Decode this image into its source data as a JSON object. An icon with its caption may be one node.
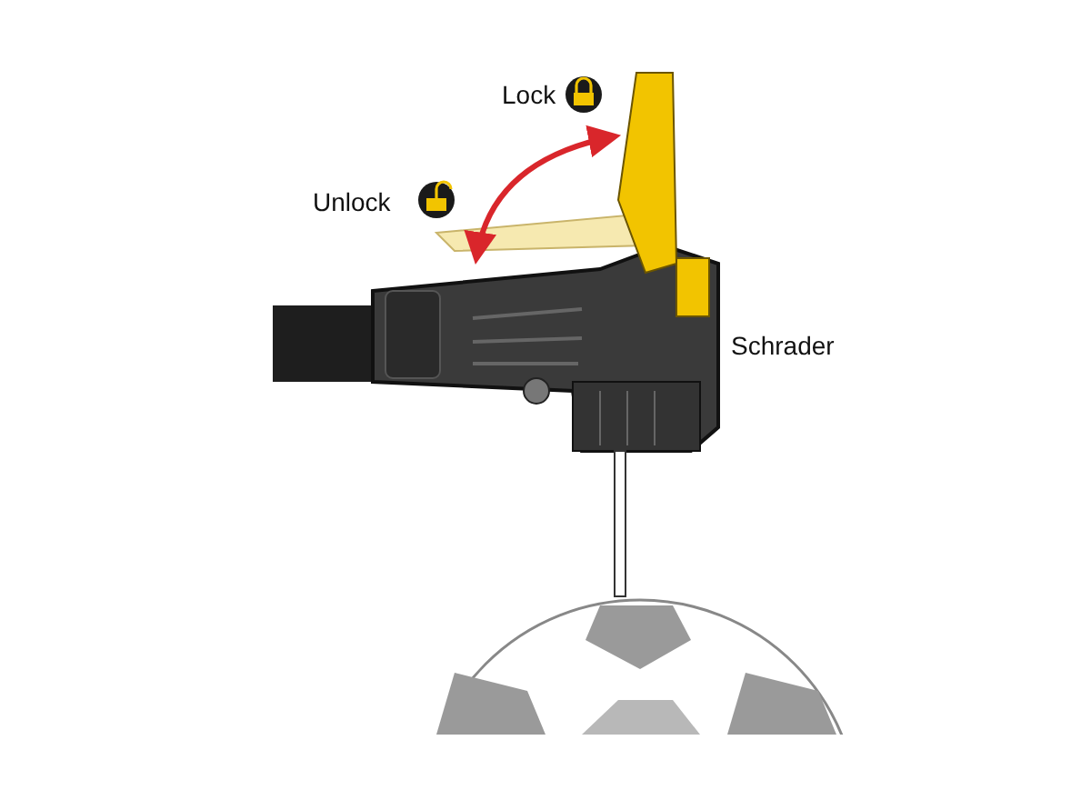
{
  "diagram": {
    "labels": [
      "Lock",
      "Unlock",
      "Schrader"
    ]
  }
}
